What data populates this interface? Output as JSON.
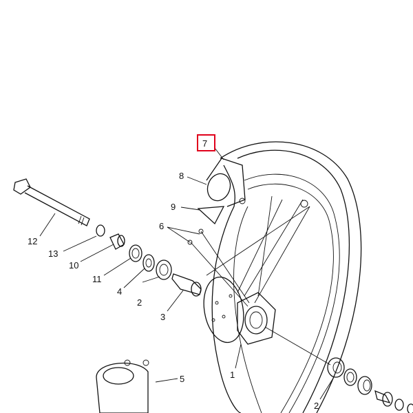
{
  "diagram": {
    "highlight_color": "#e0001b",
    "highlighted_callout": "7",
    "callouts": [
      {
        "id": "c7",
        "text": "7"
      },
      {
        "id": "c8",
        "text": "8"
      },
      {
        "id": "c9",
        "text": "9"
      },
      {
        "id": "c6",
        "text": "6"
      },
      {
        "id": "c12",
        "text": "12"
      },
      {
        "id": "c13",
        "text": "13"
      },
      {
        "id": "c10",
        "text": "10"
      },
      {
        "id": "c11",
        "text": "11"
      },
      {
        "id": "c4",
        "text": "4"
      },
      {
        "id": "c2a",
        "text": "2"
      },
      {
        "id": "c3",
        "text": "3"
      },
      {
        "id": "c1",
        "text": "1"
      },
      {
        "id": "c5",
        "text": "5"
      },
      {
        "id": "c2b",
        "text": "2"
      }
    ]
  }
}
